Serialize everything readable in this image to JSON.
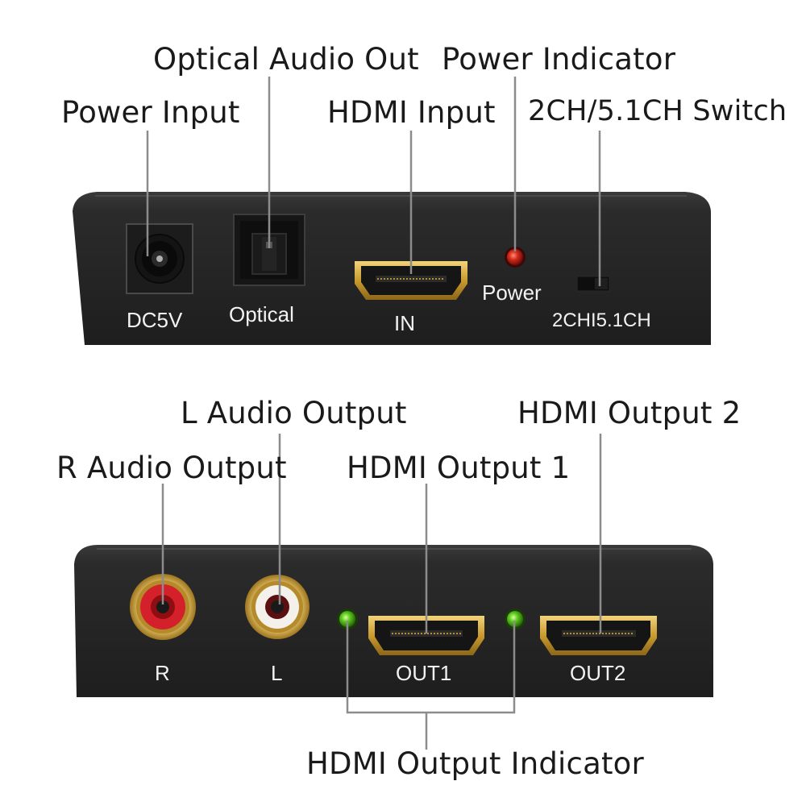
{
  "top_panel": {
    "callouts": {
      "optical_audio_out": "Optical Audio Out",
      "power_indicator": "Power Indicator",
      "power_input": "Power Input",
      "hdmi_input": "HDMI Input",
      "switch": "2CH/5.1CH Switch"
    },
    "labels": {
      "dc5v": "DC5V",
      "optical": "Optical",
      "in": "IN",
      "power": "Power",
      "switch": "2CHI5.1CH"
    }
  },
  "bottom_panel": {
    "callouts": {
      "l_audio_output": "L Audio Output",
      "hdmi_output_2": "HDMI Output 2",
      "r_audio_output": "R Audio Output",
      "hdmi_output_1": "HDMI Output 1",
      "hdmi_output_indicator": "HDMI Output Indicator"
    },
    "labels": {
      "r": "R",
      "l": "L",
      "out1": "OUT1",
      "out2": "OUT2"
    }
  },
  "colors": {
    "panel": "#262626",
    "leader_line": "#8c8c8c",
    "hdmi_gold": "#d9b043",
    "power_led": "#c81d14",
    "output_led": "#56c81e",
    "rca_red": "#d01818",
    "rca_white": "#f2f2f2"
  }
}
